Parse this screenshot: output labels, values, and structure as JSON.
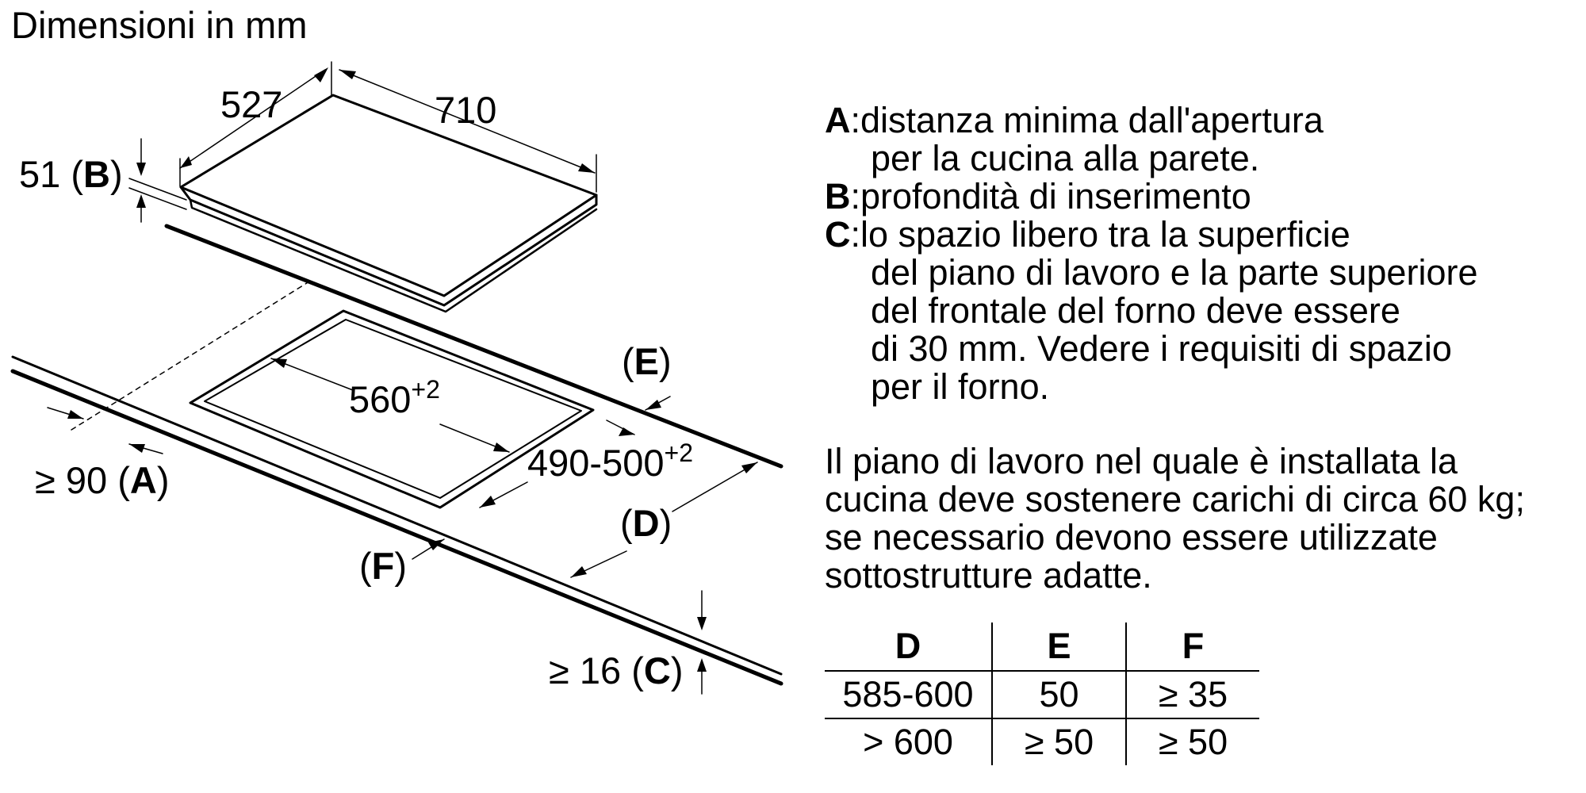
{
  "title": "Dimensioni in mm",
  "diagram": {
    "hob_depth": "527",
    "hob_width": "710",
    "insertion_depth": "51",
    "label_B": "B",
    "cutout_width_base": "560",
    "cutout_width_tol": "+2",
    "cutout_depth_base": "490-500",
    "cutout_depth_tol": "+2",
    "min_distance_A_prefix": "≥ 90",
    "label_A": "A",
    "label_C_prefix": "≥ 16",
    "label_C": "C",
    "label_D": "D",
    "label_E": "E",
    "label_F": "F"
  },
  "legend": [
    {
      "key": "A",
      "lines": [
        "distanza minima dall'apertura",
        "per la cucina alla parete."
      ]
    },
    {
      "key": "B",
      "lines": [
        "profondità di inserimento"
      ]
    },
    {
      "key": "C",
      "lines": [
        "lo spazio libero tra la superficie",
        "del piano di lavoro e la parte superiore",
        "del frontale del forno deve essere",
        "di 30 mm. Vedere i requisiti di spazio",
        "per il forno."
      ]
    }
  ],
  "note": "Il piano di lavoro nel quale è installata la\ncucina deve sostenere carichi di circa 60 kg;\nse necessario devono essere utilizzate\nsottostrutture adatte.",
  "table": {
    "headers": [
      "D",
      "E",
      "F"
    ],
    "rows": [
      [
        "585-600",
        "50",
        "≥ 35"
      ],
      [
        "> 600",
        "≥ 50",
        "≥ 50"
      ]
    ]
  }
}
